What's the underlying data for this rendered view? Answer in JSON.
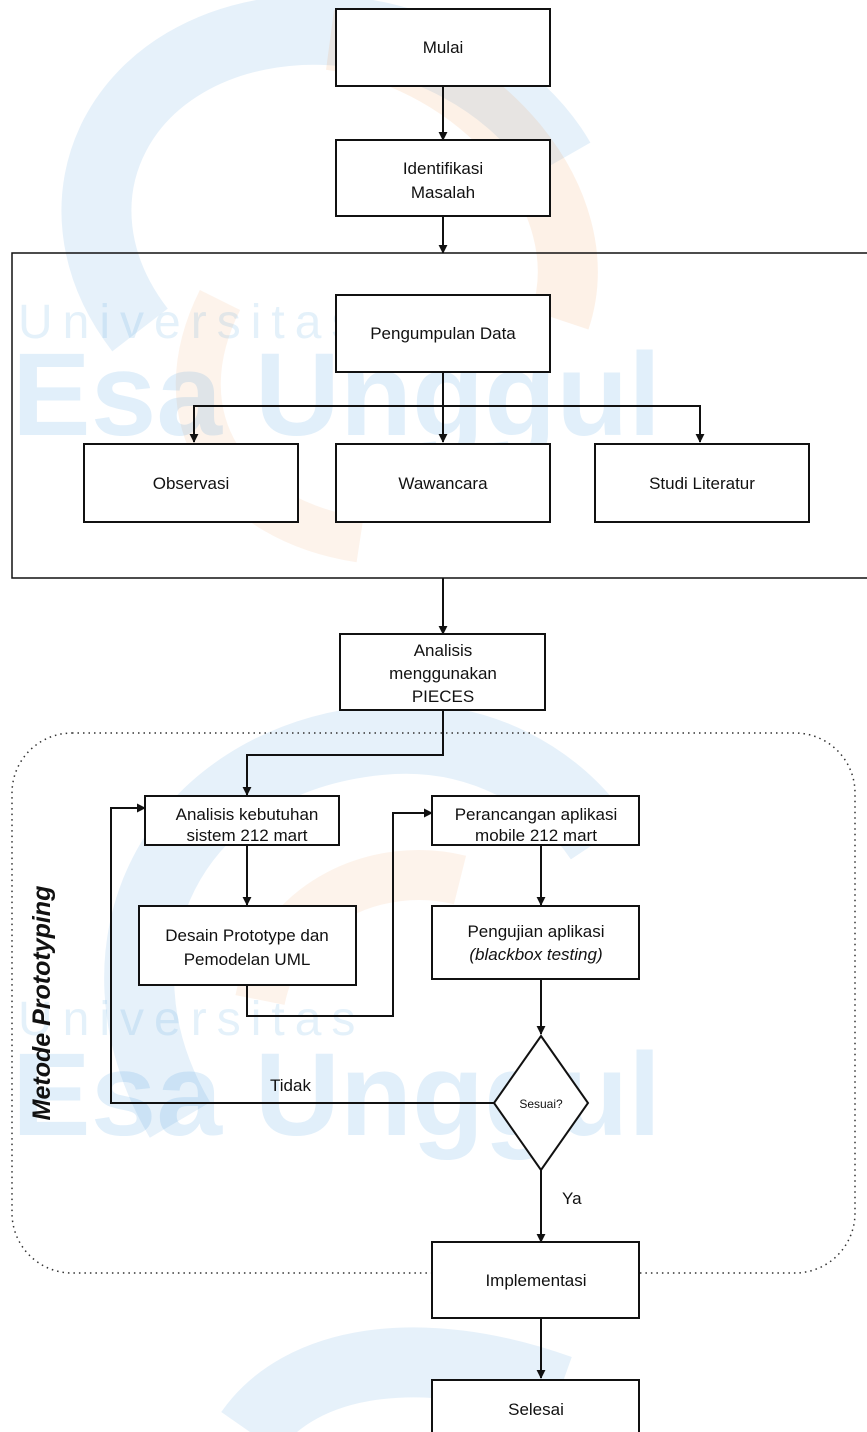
{
  "watermark": {
    "top_light": "Universitas",
    "top_bold": "Esa Unggul",
    "bottom_light": "Universitas",
    "bottom_bold": "Esa Unggul"
  },
  "side_label": "Metode Prototyping",
  "nodes": {
    "mulai": "Mulai",
    "identifikasi_line1": "Identifikasi",
    "identifikasi_line2": "Masalah",
    "pengumpulan": "Pengumpulan Data",
    "observasi": "Observasi",
    "wawancara": "Wawancara",
    "studi": "Studi Literatur",
    "analisis_pieces_line1": "Analisis",
    "analisis_pieces_line2": "menggunakan",
    "analisis_pieces_line3": "PIECES",
    "kebutuhan_line1": "Analisis kebutuhan",
    "kebutuhan_line2": "sistem 212 mart",
    "desain_line1": "Desain Prototype dan",
    "desain_line2": "Pemodelan UML",
    "perancangan_line1": "Perancangan aplikasi",
    "perancangan_line2": "mobile 212 mart",
    "pengujian_line1": "Pengujian aplikasi",
    "pengujian_line2": "(blackbox testing)",
    "sesuai": "Sesuai?",
    "implementasi": "Implementasi",
    "selesai": "Selesai"
  },
  "edge_labels": {
    "tidak": "Tidak",
    "ya": "Ya"
  }
}
